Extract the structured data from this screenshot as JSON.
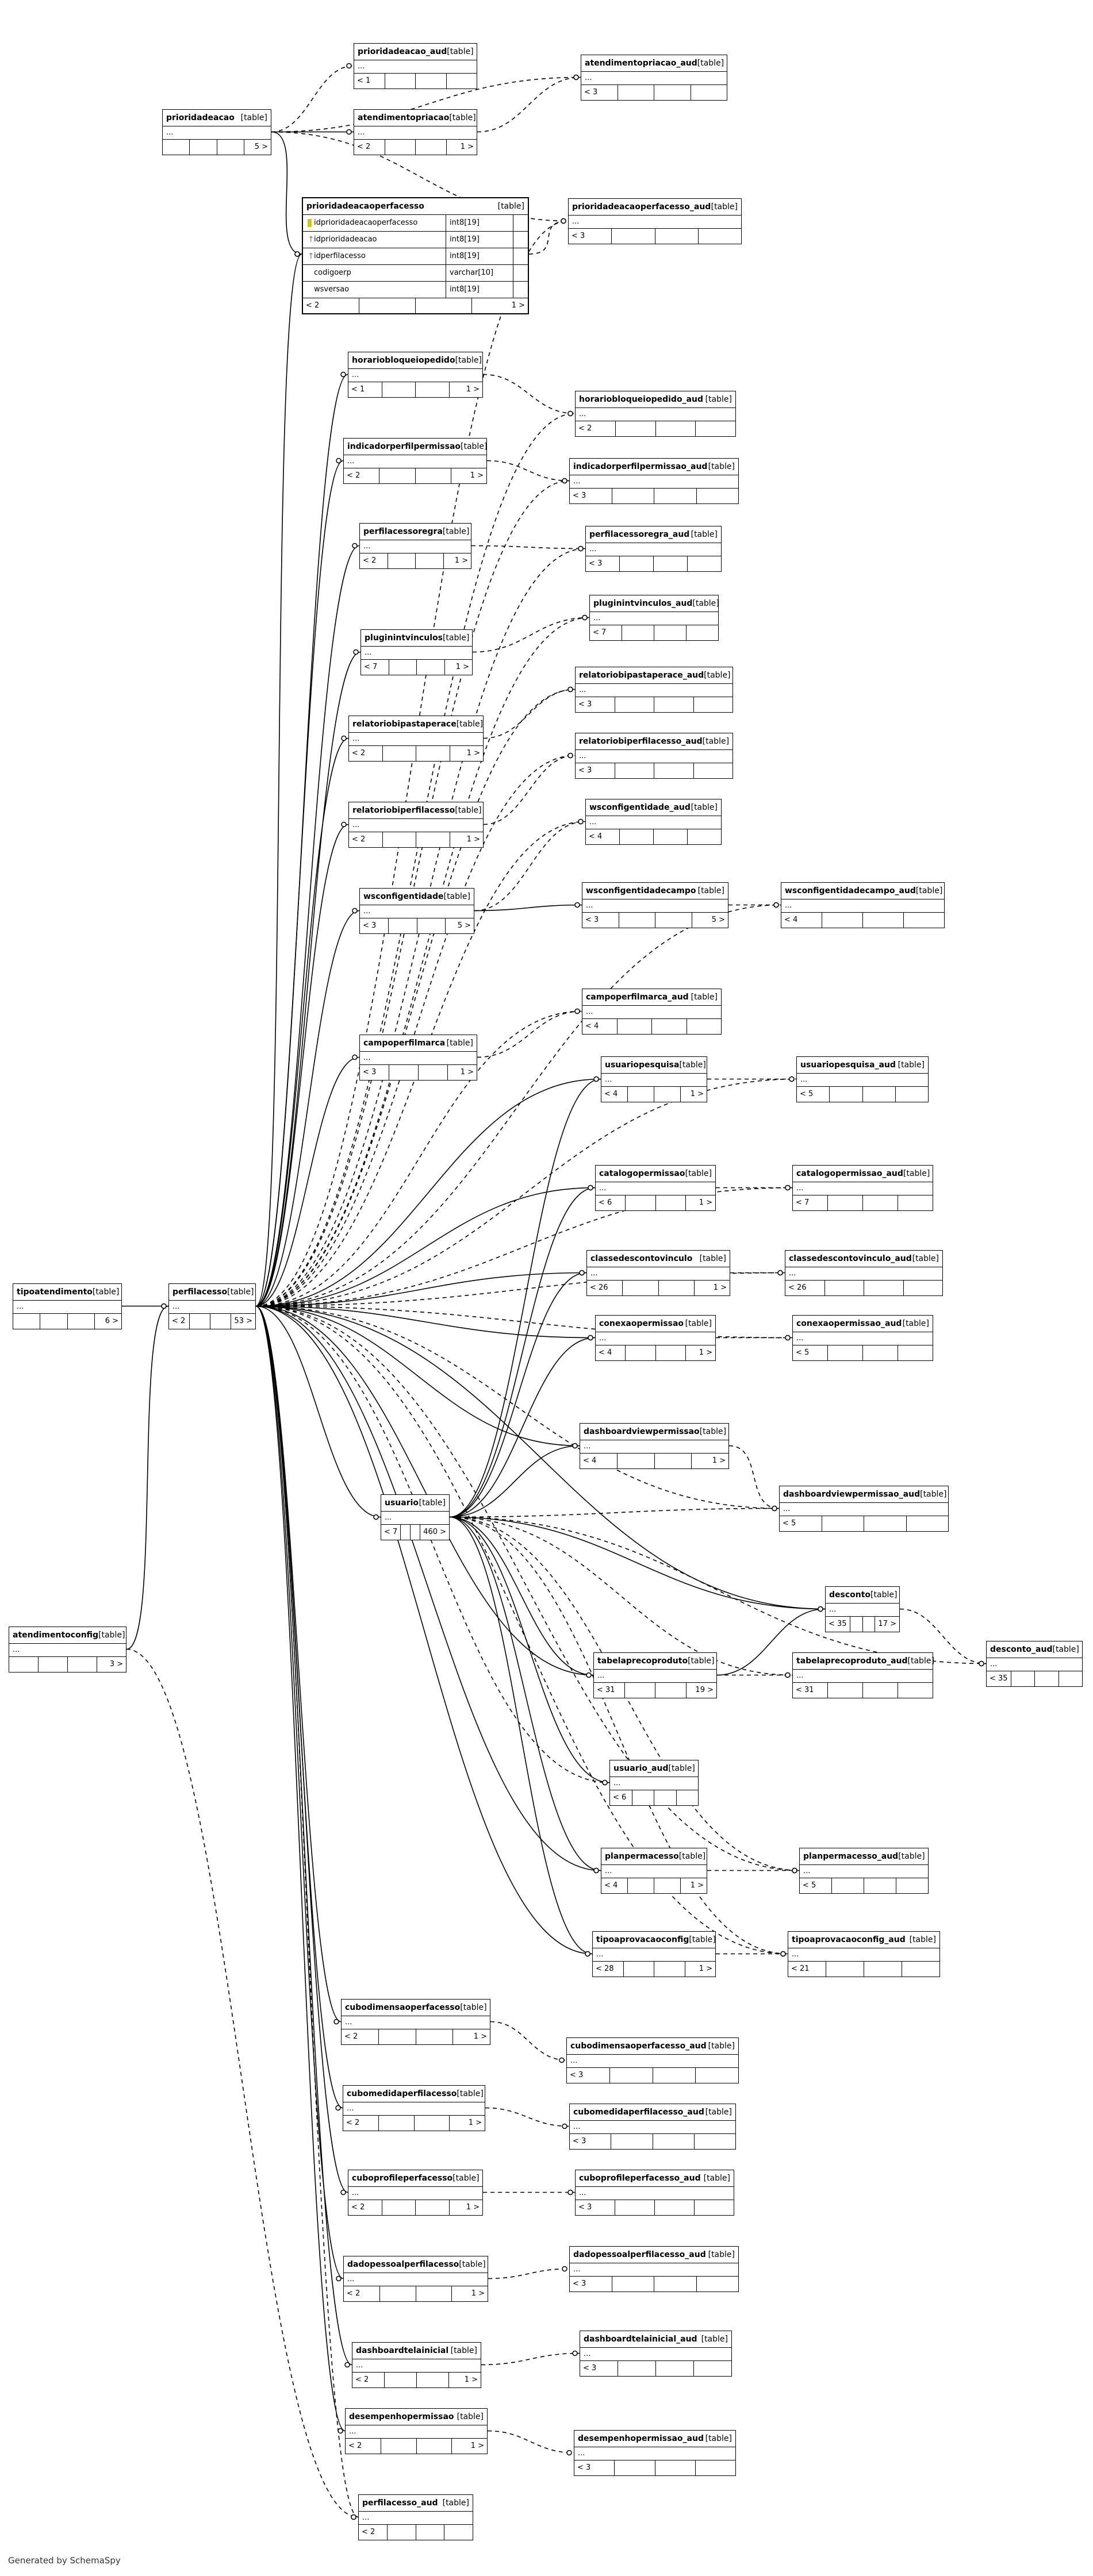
{
  "type_label": "[table]",
  "ellipsis": "...",
  "footer": "Generated by SchemaSpy",
  "tables": {
    "prioridadeacao": {
      "name": "prioridadeacao",
      "left": "",
      "right": "5 >"
    },
    "prioridadeacao_aud": {
      "name": "prioridadeacao_aud",
      "left": "< 1",
      "right": ""
    },
    "atendimentopriacao_aud": {
      "name": "atendimentopriacao_aud",
      "left": "< 3",
      "right": ""
    },
    "atendimentopriacao": {
      "name": "atendimentopriacao",
      "left": "< 2",
      "right": "1 >"
    },
    "prioridadeacaoperfacesso_aud": {
      "name": "prioridadeacaoperfacesso_aud",
      "left": "< 3",
      "right": ""
    },
    "horariobloqueiopedido": {
      "name": "horariobloqueiopedido",
      "left": "< 1",
      "right": "1 >"
    },
    "horariobloqueiopedido_aud": {
      "name": "horariobloqueiopedido_aud",
      "left": "< 2",
      "right": ""
    },
    "indicadorperfilpermissao": {
      "name": "indicadorperfilpermissao",
      "left": "< 2",
      "right": "1 >"
    },
    "indicadorperfilpermissao_aud": {
      "name": "indicadorperfilpermissao_aud",
      "left": "< 3",
      "right": ""
    },
    "perfilacessoregra": {
      "name": "perfilacessoregra",
      "left": "< 2",
      "right": "1 >"
    },
    "perfilacessoregra_aud": {
      "name": "perfilacessoregra_aud",
      "left": "< 3",
      "right": ""
    },
    "pluginintvinculos": {
      "name": "pluginintvinculos",
      "left": "< 7",
      "right": "1 >"
    },
    "pluginintvinculos_aud": {
      "name": "pluginintvinculos_aud",
      "left": "< 7",
      "right": ""
    },
    "relatoriobipastaperace": {
      "name": "relatoriobipastaperace",
      "left": "< 2",
      "right": "1 >"
    },
    "relatoriobipastaperace_aud": {
      "name": "relatoriobipastaperace_aud",
      "left": "< 3",
      "right": ""
    },
    "relatoriobiperfilacesso": {
      "name": "relatoriobiperfilacesso",
      "left": "< 2",
      "right": "1 >"
    },
    "relatoriobiperfilacesso_aud": {
      "name": "relatoriobiperfilacesso_aud",
      "left": "< 3",
      "right": ""
    },
    "wsconfigentidade_aud": {
      "name": "wsconfigentidade_aud",
      "left": "< 4",
      "right": ""
    },
    "wsconfigentidade": {
      "name": "wsconfigentidade",
      "left": "< 3",
      "right": "5 >"
    },
    "wsconfigentidadecampo": {
      "name": "wsconfigentidadecampo",
      "left": "< 3",
      "right": "5 >"
    },
    "wsconfigentidadecampo_aud": {
      "name": "wsconfigentidadecampo_aud",
      "left": "< 4",
      "right": ""
    },
    "campoperfilmarca_aud": {
      "name": "campoperfilmarca_aud",
      "left": "< 4",
      "right": ""
    },
    "campoperfilmarca": {
      "name": "campoperfilmarca",
      "left": "< 3",
      "right": "1 >"
    },
    "usuariopesquisa": {
      "name": "usuariopesquisa",
      "left": "< 4",
      "right": "1 >"
    },
    "usuariopesquisa_aud": {
      "name": "usuariopesquisa_aud",
      "left": "< 5",
      "right": ""
    },
    "catalogopermissao": {
      "name": "catalogopermissao",
      "left": "< 6",
      "right": "1 >"
    },
    "catalogopermissao_aud": {
      "name": "catalogopermissao_aud",
      "left": "< 7",
      "right": ""
    },
    "tipoatendimento": {
      "name": "tipoatendimento",
      "left": "",
      "right": "6 >"
    },
    "perfilacesso": {
      "name": "perfilacesso",
      "left": "< 2",
      "right": "53 >"
    },
    "classedescontovinculo": {
      "name": "classedescontovinculo",
      "left": "< 26",
      "right": "1 >"
    },
    "classedescontovinculo_aud": {
      "name": "classedescontovinculo_aud",
      "left": "< 26",
      "right": ""
    },
    "conexaopermissao": {
      "name": "conexaopermissao",
      "left": "< 4",
      "right": "1 >"
    },
    "conexaopermissao_aud": {
      "name": "conexaopermissao_aud",
      "left": "< 5",
      "right": ""
    },
    "dashboardviewpermissao": {
      "name": "dashboardviewpermissao",
      "left": "< 4",
      "right": "1 >"
    },
    "dashboardviewpermissao_aud": {
      "name": "dashboardviewpermissao_aud",
      "left": "< 5",
      "right": ""
    },
    "usuario": {
      "name": "usuario",
      "left": "< 7",
      "right": "460 >"
    },
    "atendimentoconfig": {
      "name": "atendimentoconfig",
      "left": "",
      "right": "3 >"
    },
    "desconto": {
      "name": "desconto",
      "left": "< 35",
      "right": "17 >"
    },
    "desconto_aud": {
      "name": "desconto_aud",
      "left": "< 35",
      "right": ""
    },
    "tabelaprecoproduto": {
      "name": "tabelaprecoproduto",
      "left": "< 31",
      "right": "19 >"
    },
    "tabelaprecoproduto_aud": {
      "name": "tabelaprecoproduto_aud",
      "left": "< 31",
      "right": ""
    },
    "usuario_aud": {
      "name": "usuario_aud",
      "left": "< 6",
      "right": ""
    },
    "planpermacesso": {
      "name": "planpermacesso",
      "left": "< 4",
      "right": "1 >"
    },
    "planpermacesso_aud": {
      "name": "planpermacesso_aud",
      "left": "< 5",
      "right": ""
    },
    "tipoaprovacaoconfig": {
      "name": "tipoaprovacaoconfig",
      "left": "< 28",
      "right": "1 >"
    },
    "tipoaprovacaoconfig_aud": {
      "name": "tipoaprovacaoconfig_aud",
      "left": "< 21",
      "right": ""
    },
    "cubodimensaoperfacesso": {
      "name": "cubodimensaoperfacesso",
      "left": "< 2",
      "right": "1 >"
    },
    "cubodimensaoperfacesso_aud": {
      "name": "cubodimensaoperfacesso_aud",
      "left": "< 3",
      "right": ""
    },
    "cubomedidaperfilacesso": {
      "name": "cubomedidaperfilacesso",
      "left": "< 2",
      "right": "1 >"
    },
    "cubomedidaperfilacesso_aud": {
      "name": "cubomedidaperfilacesso_aud",
      "left": "< 3",
      "right": ""
    },
    "cuboprofileperfacesso": {
      "name": "cuboprofileperfacesso",
      "left": "< 2",
      "right": "1 >"
    },
    "cuboprofileperfacesso_aud": {
      "name": "cuboprofileperfacesso_aud",
      "left": "< 3",
      "right": ""
    },
    "dadopessoalperfilacesso": {
      "name": "dadopessoalperfilacesso",
      "left": "< 2",
      "right": "1 >"
    },
    "dadopessoalperfilacesso_aud": {
      "name": "dadopessoalperfilacesso_aud",
      "left": "< 3",
      "right": ""
    },
    "dashboardtelainicial": {
      "name": "dashboardtelainicial",
      "left": "< 2",
      "right": "1 >"
    },
    "dashboardtelainicial_aud": {
      "name": "dashboardtelainicial_aud",
      "left": "< 3",
      "right": ""
    },
    "desempenhopermissao": {
      "name": "desempenhopermissao",
      "left": "< 2",
      "right": "1 >"
    },
    "desempenhopermissao_aud": {
      "name": "desempenhopermissao_aud",
      "left": "< 3",
      "right": ""
    },
    "perfilacesso_aud": {
      "name": "perfilacesso_aud",
      "left": "< 2",
      "right": ""
    }
  },
  "focus": {
    "name": "prioridadeacaoperfacesso",
    "left": "< 2",
    "right": "1 >",
    "columns": [
      {
        "name": "idprioridadeacaoperfacesso",
        "type": "int8[19]",
        "key": "pk"
      },
      {
        "name": "idprioridadeacao",
        "type": "int8[19]",
        "key": "fk"
      },
      {
        "name": "idperfilacesso",
        "type": "int8[19]",
        "key": "fk"
      },
      {
        "name": "codigoerp",
        "type": "varchar[10]",
        "key": ""
      },
      {
        "name": "wsversao",
        "type": "int8[19]",
        "key": ""
      }
    ]
  }
}
